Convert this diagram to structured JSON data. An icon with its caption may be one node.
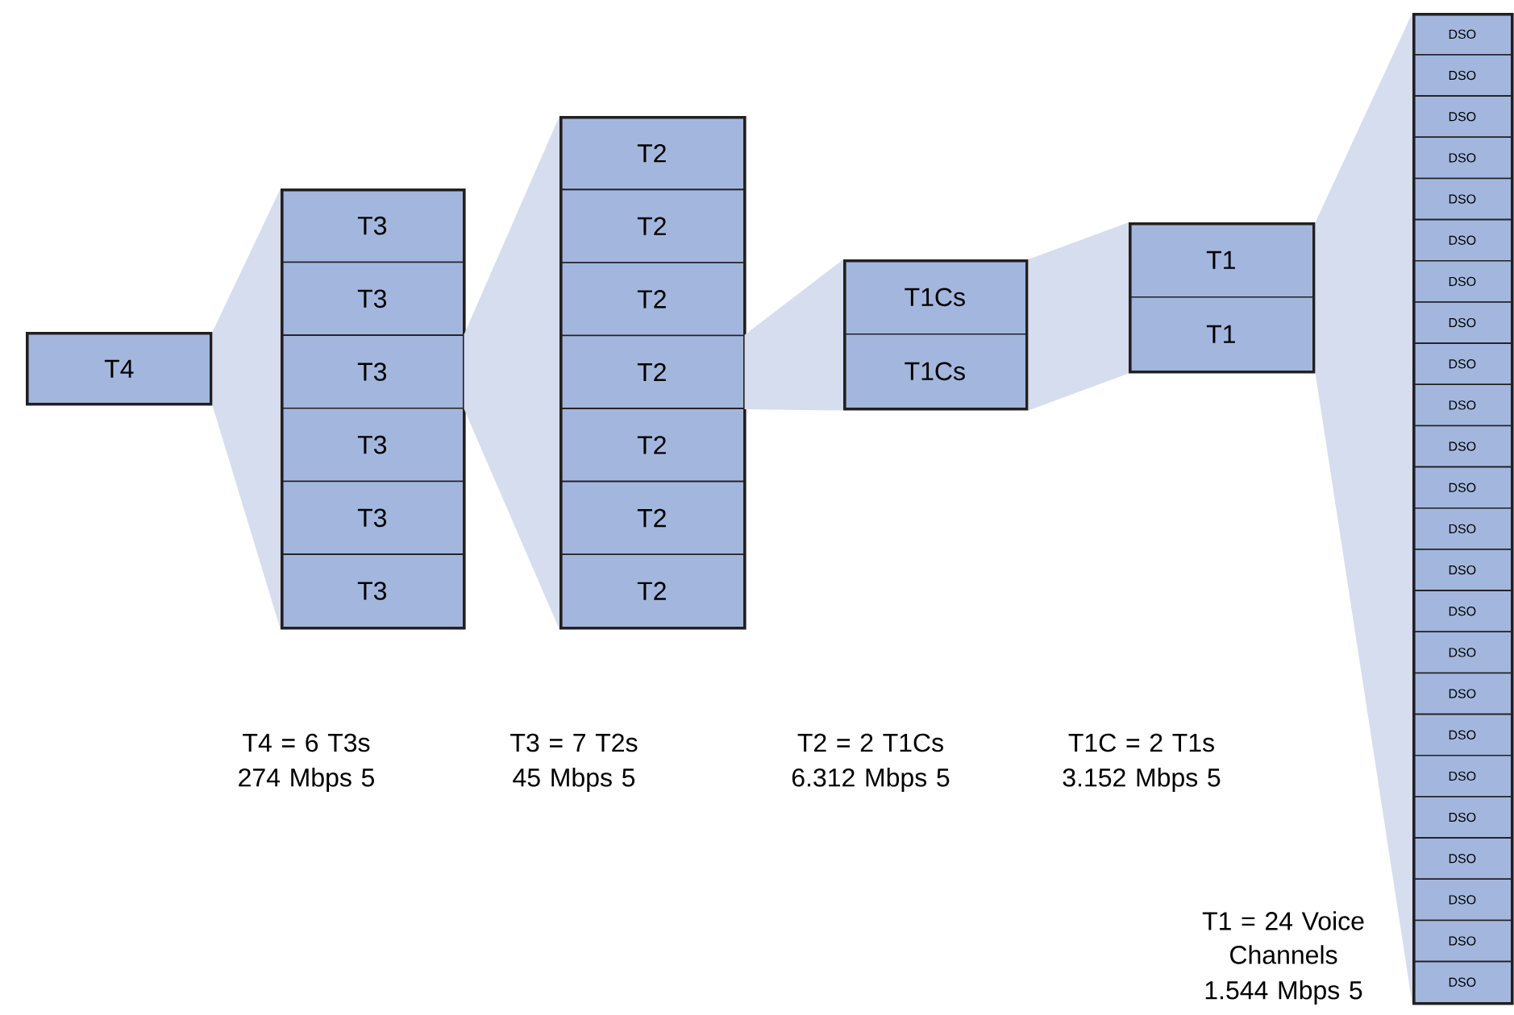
{
  "diagram": {
    "nodes": [
      {
        "text": [
          "T4"
        ]
      },
      {
        "text": [],
        "shape": "box"
      },
      {
        "text": [
          "T3"
        ],
        "in": 1
      },
      {
        "text": [
          "T3"
        ],
        "in": 1
      },
      {
        "text": [
          "T3"
        ],
        "in": 1
      },
      {
        "text": [
          "T3"
        ],
        "in": 1
      },
      {
        "text": [
          "T3"
        ],
        "in": 1
      },
      {
        "text": [
          "T3"
        ],
        "in": 1
      },
      {
        "text": [],
        "shape": "box"
      },
      {
        "text": [
          "T2"
        ],
        "in": 8
      },
      {
        "text": [
          "T2"
        ],
        "in": 8
      },
      {
        "text": [
          "T2"
        ],
        "in": 8
      },
      {
        "text": [
          "T2"
        ],
        "in": 8
      },
      {
        "text": [
          "T2"
        ],
        "in": 8
      },
      {
        "text": [
          "T2"
        ],
        "in": 8
      },
      {
        "text": [
          "T2"
        ],
        "in": 8
      },
      {
        "text": [],
        "shape": "box"
      },
      {
        "text": [
          "T1Cs"
        ],
        "in": 16
      },
      {
        "text": [
          "T1Cs"
        ],
        "in": 16
      },
      {
        "text": [],
        "shape": "box"
      },
      {
        "text": [
          "T1"
        ],
        "in": 19
      },
      {
        "text": [
          "T1"
        ],
        "in": 19
      },
      {
        "text": [],
        "shape": "box"
      },
      {
        "text": [
          "DSO"
        ],
        "in": 22
      },
      {
        "text": [
          "DSO"
        ],
        "in": 22
      },
      {
        "text": [
          "DSO"
        ],
        "in": 22
      },
      {
        "text": [
          "DSO"
        ],
        "in": 22
      },
      {
        "text": [
          "DSO"
        ],
        "in": 22
      },
      {
        "text": [
          "DSO"
        ],
        "in": 22
      },
      {
        "text": [
          "DSO"
        ],
        "in": 22
      },
      {
        "text": [
          "DSO"
        ],
        "in": 22
      },
      {
        "text": [
          "DSO"
        ],
        "in": 22
      },
      {
        "text": [
          "DSO"
        ],
        "in": 22
      },
      {
        "text": [
          "DSO"
        ],
        "in": 22
      },
      {
        "text": [
          "DSO"
        ],
        "in": 22
      },
      {
        "text": [
          "DSO"
        ],
        "in": 22
      },
      {
        "text": [
          "DSO"
        ],
        "in": 22
      },
      {
        "text": [
          "DSO"
        ],
        "in": 22
      },
      {
        "text": [
          "DSO"
        ],
        "in": 22
      },
      {
        "text": [
          "DSO"
        ],
        "in": 22
      },
      {
        "text": [
          "DSO"
        ],
        "in": 22
      },
      {
        "text": [
          "DSO"
        ],
        "in": 22
      },
      {
        "text": [
          "DSO"
        ],
        "in": 22
      },
      {
        "text": [
          "DSO"
        ],
        "in": 22
      },
      {
        "text": [
          "DSO"
        ],
        "in": 22
      },
      {
        "text": [
          "DSO"
        ],
        "in": 22
      },
      {
        "text": [
          "DSO"
        ],
        "in": 22
      }
    ],
    "edges": [
      {
        "from": 0,
        "to": 1,
        "arrow": "none"
      },
      {
        "from": 4,
        "to": 8,
        "arrow": "none"
      },
      {
        "from": 12,
        "to": 16,
        "arrow": "none"
      },
      {
        "from": 16,
        "to": 19,
        "arrow": "none"
      },
      {
        "from": 19,
        "to": 22,
        "arrow": "none"
      }
    ],
    "labels": [
      "T4 = 6 T3s",
      "274 Mbps 5",
      "T3 = 7 T2s",
      "45 Mbps 5",
      "T2 = 2 T1Cs",
      "6.312 Mbps 5",
      "T1C = 2 T1s",
      "3.152 Mbps 5",
      "T1 = 24 Voice Channels",
      "1.544 Mbps 5"
    ]
  }
}
